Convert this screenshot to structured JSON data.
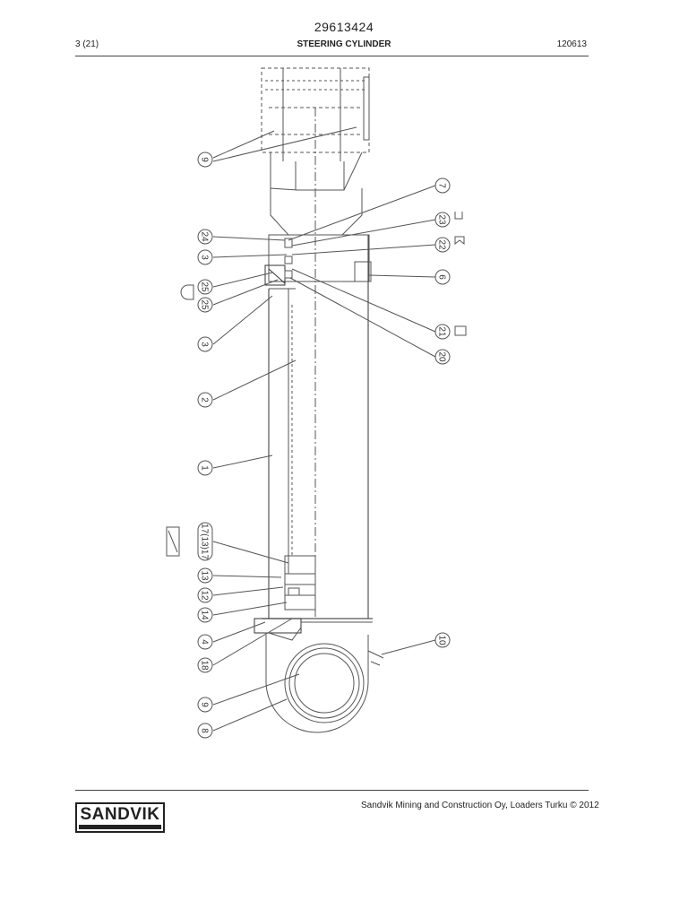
{
  "header": {
    "doc_number": "29613424",
    "page_counter": "3 (21)",
    "title": "STEERING CYLINDER",
    "date": "120613"
  },
  "drawing": {
    "callouts_left": [
      "9",
      "24",
      "3",
      "25",
      "25",
      "3",
      "2",
      "1",
      "17(13)17",
      "13",
      "12",
      "14",
      "4",
      "18",
      "9",
      "8"
    ],
    "callouts_right": [
      "7",
      "23",
      "22",
      "6",
      "21",
      "20",
      "10"
    ]
  },
  "footer": {
    "logo": "SANDVIK",
    "copyright": "Sandvik Mining and Construction Oy, Loaders Turku © 2012"
  }
}
